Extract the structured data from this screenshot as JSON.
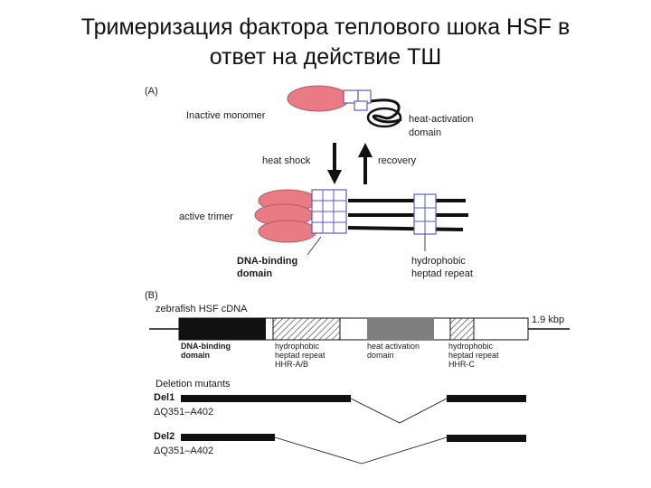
{
  "title": {
    "line1": "Тримеризация фактора теплового шока HSF в",
    "line2": "ответ на действие ТШ"
  },
  "panel_a": {
    "label": "(A)",
    "inactive_monomer": "Inactive monomer",
    "heat_activation_line1": "heat-activation",
    "heat_activation_line2": "domain",
    "heat_shock": "heat shock",
    "recovery": "recovery",
    "active_trimer": "active trimer",
    "dna_binding_line1": "DNA-binding",
    "dna_binding_line2": "domain",
    "hydrophobic_line1": "hydrophobic",
    "hydrophobic_line2": "heptad repeat"
  },
  "panel_b": {
    "label": "(B)",
    "cdna_title": "zebrafish HSF cDNA",
    "size_label": "1.9 kbp",
    "dna_binding_line1": "DNA-binding",
    "dna_binding_line2": "domain",
    "hr_ab_line1": "hydrophobic",
    "hr_ab_line2": "heptad repeat",
    "hr_ab_line3": "HHR-A/B",
    "heat_act_line1": "heat activation",
    "heat_act_line2": "domain",
    "hr_c_line1": "hydrophobic",
    "hr_c_line2": "heptad repeat",
    "hr_c_line3": "HHR-C",
    "deletion_title": "Deletion mutants",
    "del1_name": "Del1",
    "del1_range": "ΔQ351–A402",
    "del2_name": "Del2",
    "del2_range": "ΔQ351–A402"
  },
  "colors": {
    "pink": "#e87b83",
    "blue": "#5a5ac8",
    "black": "#111111",
    "gray": "#7f7f7f"
  }
}
